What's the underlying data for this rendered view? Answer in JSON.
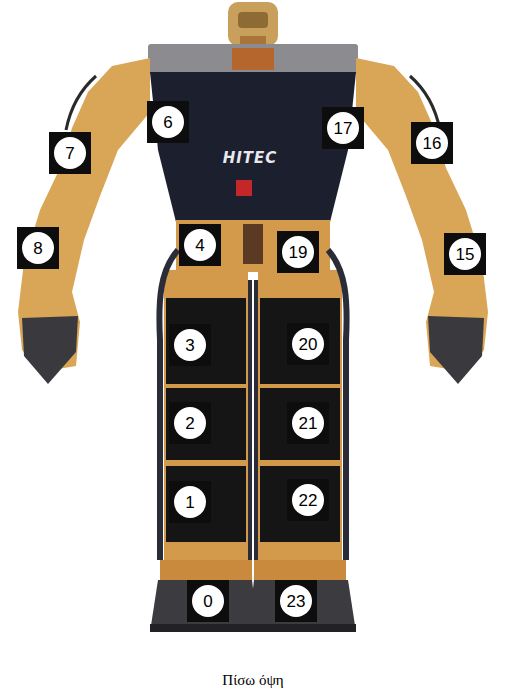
{
  "diagram": {
    "caption": "Πίσω όψη",
    "nodes": [
      {
        "text": [
          "6"
        ]
      },
      {
        "text": [
          "17"
        ]
      },
      {
        "text": [
          "7"
        ]
      },
      {
        "text": [
          "16"
        ]
      },
      {
        "text": [
          "8"
        ]
      },
      {
        "text": [
          "4"
        ]
      },
      {
        "text": [
          "19"
        ]
      },
      {
        "text": [
          "15"
        ]
      },
      {
        "text": [
          "3"
        ]
      },
      {
        "text": [
          "20"
        ]
      },
      {
        "text": [
          "2"
        ]
      },
      {
        "text": [
          "21"
        ]
      },
      {
        "text": [
          "1"
        ]
      },
      {
        "text": [
          "22"
        ]
      },
      {
        "text": [
          "0"
        ]
      },
      {
        "text": [
          "23"
        ]
      }
    ],
    "labels": [
      "HITEC"
    ]
  }
}
